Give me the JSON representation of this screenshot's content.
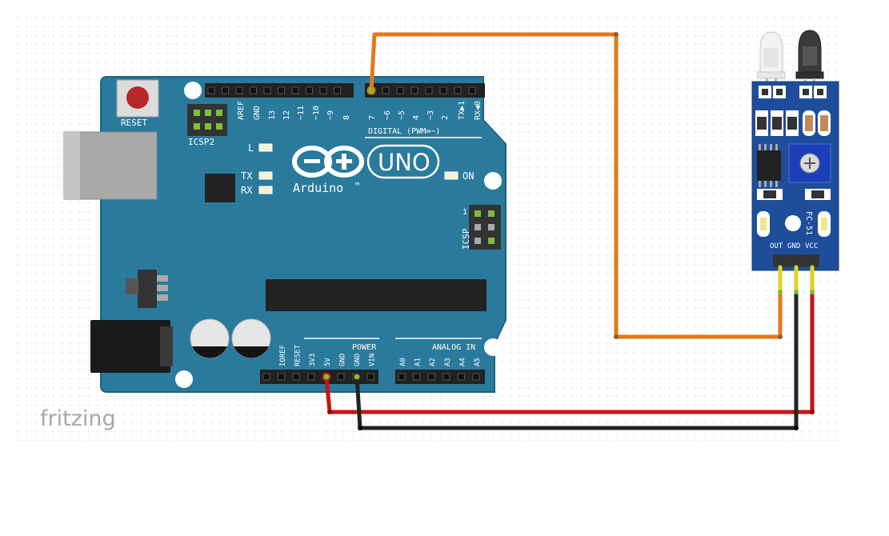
{
  "watermark": "fritzing",
  "arduino": {
    "reset_label": "RESET",
    "icsp2_label": "ICSP2",
    "icsp_label": "ICSP",
    "icsp_pin1": "1",
    "digital_label": "DIGITAL (PWM=~)",
    "led_l": "L",
    "led_tx": "TX",
    "led_rx": "RX",
    "on_label": "ON",
    "logo_uno": "UNO",
    "logo_arduino": "Arduino",
    "logo_tm": "TM",
    "power_label": "POWER",
    "analog_label": "ANALOG IN",
    "digital_pins": [
      "AREF",
      "GND",
      "13",
      "12",
      "~11",
      "~10",
      "~9",
      "8",
      "7",
      "~6",
      "~5",
      "4",
      "~3",
      "2",
      "TX▶1",
      "RX◀0"
    ],
    "power_pins": [
      "IOREF",
      "RESET",
      "3V3",
      "5V",
      "GND",
      "GND",
      "VIN"
    ],
    "analog_pins": [
      "A0",
      "A1",
      "A2",
      "A3",
      "A4",
      "A5"
    ]
  },
  "sensor": {
    "model": "FC-51",
    "pins": [
      "OUT",
      "GND",
      "VCC"
    ]
  },
  "colors": {
    "board": "#2a7a9c",
    "wire_signal": "#e07a1a",
    "wire_power": "#cc1111",
    "wire_ground": "#222222",
    "sensor_board": "#1e4e9a"
  }
}
